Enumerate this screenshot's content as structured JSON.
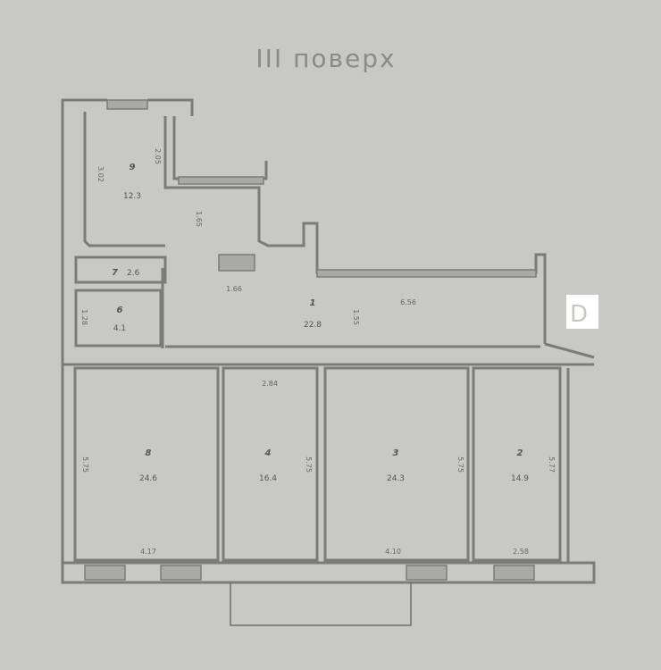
{
  "title": "III поверх",
  "entrance_label": "D",
  "rooms": [
    {
      "number": "1",
      "area": "22.8"
    },
    {
      "number": "2",
      "area": "14.9"
    },
    {
      "number": "3",
      "area": "24.3"
    },
    {
      "number": "4",
      "area": "16.4"
    },
    {
      "number": "8",
      "area": "24.6"
    },
    {
      "number": "6",
      "area": "4.1"
    },
    {
      "number": "7",
      "area": "2.6"
    },
    {
      "number": "9",
      "area": "12.3"
    }
  ],
  "dimensions": {
    "corridor_length": "6.56",
    "stair_width": "1.66",
    "room4_width": "2.84",
    "room8_width": "4.17",
    "room3_width": "4.10",
    "room2_width": "2.58",
    "room8_depth": "5.75",
    "room4_depth": "5.75",
    "room3_depth": "5.75",
    "room2_depth": "5.77",
    "corridor_depth": "1.55",
    "room6_depth": "1.28",
    "room9_depth": "3.02",
    "room9_side": "2.05",
    "hall_side": "1.65"
  }
}
